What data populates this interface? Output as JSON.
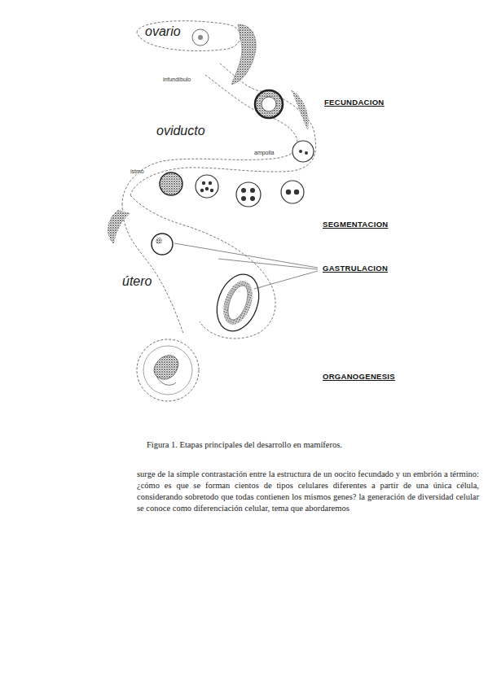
{
  "diagram": {
    "caption": "Figura 1. Etapas principales del desarrollo en mamíferos.",
    "labels": [
      "ovario",
      "infundíbulo",
      "FECUNDACION",
      "oviducto",
      "ampolla",
      "istmo",
      "SEGMENTACION",
      "GASTRULACION",
      "útero",
      "ORGANOGENESIS",
      "surge de la simple contrastación entre la estructura de un oocito fecundado y un embrión a término: ¿cómo es que se forman cientos de tipos celulares diferentes a partir de una única célula, considerando sobretodo que todas contienen los mismos genes? la generación de diversidad celular se conoce como diferenciación celular, tema que abordaremos"
    ]
  }
}
